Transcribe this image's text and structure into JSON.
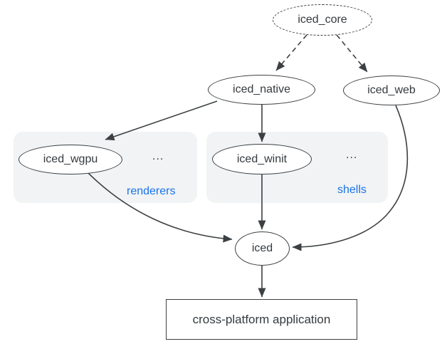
{
  "diagram": {
    "type": "dependency-graph",
    "nodes": {
      "core": {
        "label": "iced_core",
        "shape": "ellipse-dashed"
      },
      "native": {
        "label": "iced_native",
        "shape": "ellipse"
      },
      "web": {
        "label": "iced_web",
        "shape": "ellipse"
      },
      "wgpu": {
        "label": "iced_wgpu",
        "shape": "ellipse",
        "group": "renderers"
      },
      "winit": {
        "label": "iced_winit",
        "shape": "ellipse",
        "group": "shells"
      },
      "iced": {
        "label": "iced",
        "shape": "ellipse"
      },
      "app": {
        "label": "cross-platform application",
        "shape": "rectangle"
      }
    },
    "groups": {
      "renderers": {
        "label": "renderers",
        "ellipsis": "..."
      },
      "shells": {
        "label": "shells",
        "ellipsis": "..."
      }
    },
    "edges": [
      {
        "from": "iced_core",
        "to": "iced_native",
        "style": "dashed"
      },
      {
        "from": "iced_core",
        "to": "iced_web",
        "style": "dashed"
      },
      {
        "from": "iced_native",
        "to": "iced_wgpu",
        "style": "solid"
      },
      {
        "from": "iced_native",
        "to": "iced_winit",
        "style": "solid"
      },
      {
        "from": "iced_wgpu",
        "to": "iced",
        "style": "solid"
      },
      {
        "from": "iced_winit",
        "to": "iced",
        "style": "solid"
      },
      {
        "from": "iced_web",
        "to": "iced",
        "style": "solid"
      },
      {
        "from": "iced",
        "to": "cross-platform application",
        "style": "solid"
      }
    ],
    "colors": {
      "stroke": "#3c4043",
      "text": "#353a3e",
      "group_fill": "#f1f3f4",
      "group_label": "#1a73e8",
      "background": "#ffffff"
    }
  }
}
